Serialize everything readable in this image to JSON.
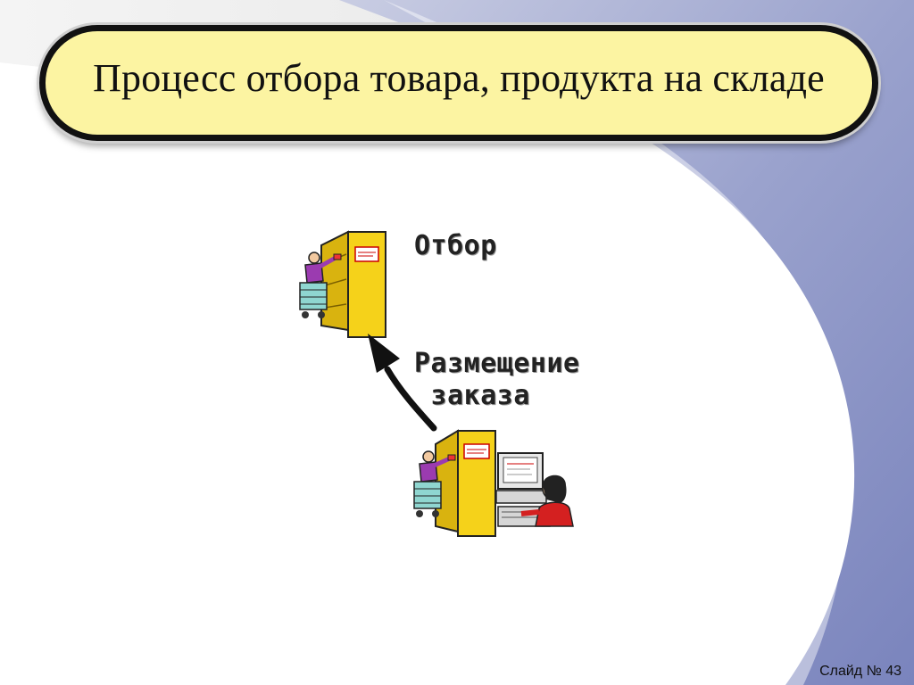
{
  "slide": {
    "title": "Процесс отбора товара, продукта на складе",
    "label_select": "Отбор",
    "label_order": "Размещение\n заказа",
    "slide_number": "Слайд № 43"
  },
  "colors": {
    "title_fill": "#fcf4a2",
    "shelf_yellow": "#f5d21a",
    "background_blue": "#8a93c4"
  },
  "icons": [
    "warehouse-picker-icon",
    "order-arrow-icon",
    "order-entry-clerk-icon"
  ]
}
